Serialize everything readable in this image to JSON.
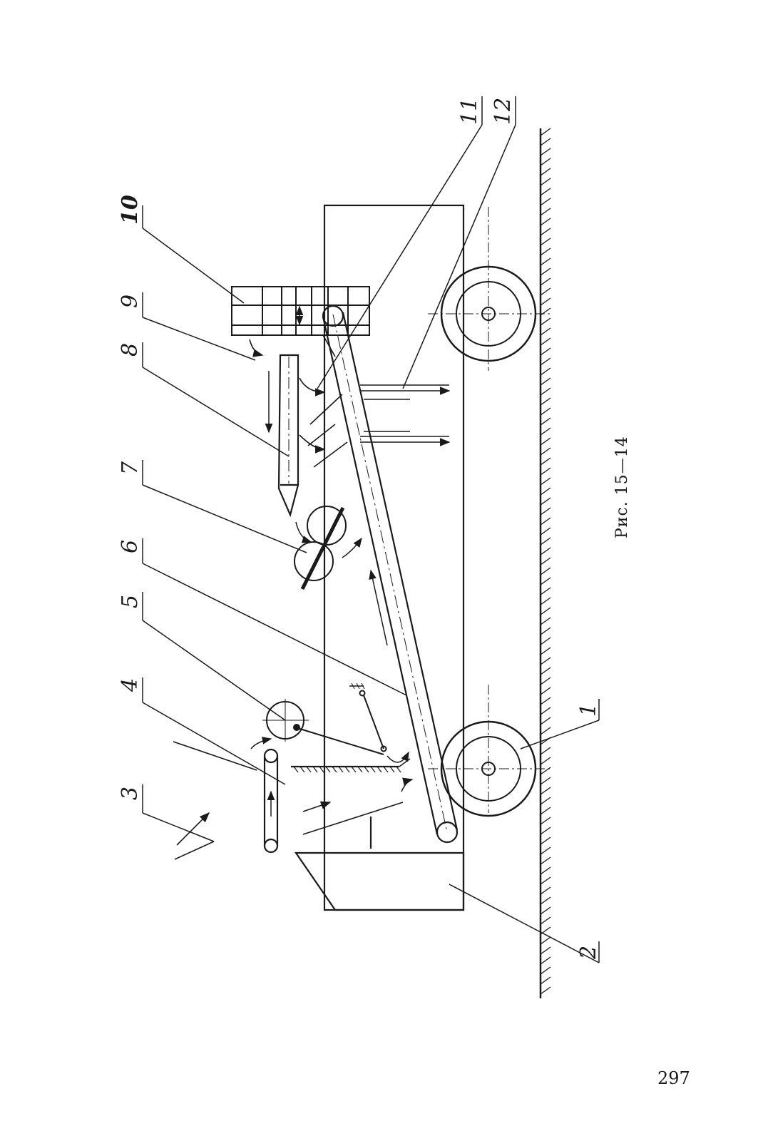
{
  "figure": {
    "caption": "Рис. 15—14",
    "labels": [
      "1",
      "2",
      "3",
      "4",
      "5",
      "6",
      "7",
      "8",
      "9",
      "10",
      "11",
      "12"
    ]
  },
  "page_number": "297"
}
